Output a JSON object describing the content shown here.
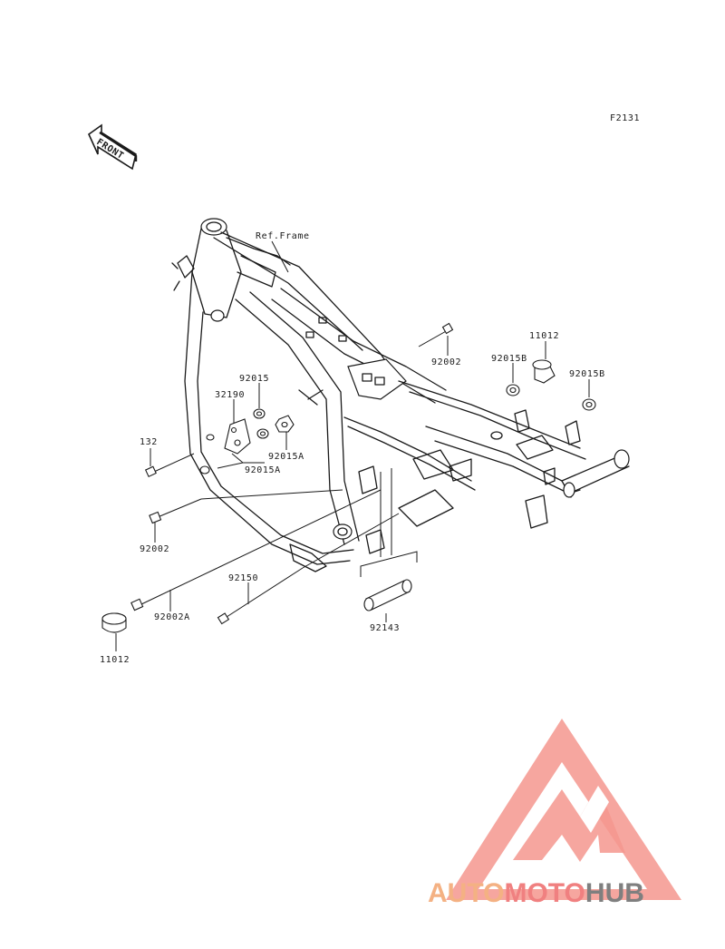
{
  "diagram": {
    "code": "F2131",
    "front_arrow_label": "FRONT",
    "ref_frame_label": "Ref.Frame",
    "parts": {
      "p92002_top": "92002",
      "p11012_top": "11012",
      "p92015B_mid": "92015B",
      "p92015B_right": "92015B",
      "p92015": "92015",
      "p32190": "32190",
      "p92015A_mid": "92015A",
      "p92015A_low": "92015A",
      "p132": "132",
      "p92002_left": "92002",
      "p92150": "92150",
      "p92002A": "92002A",
      "p11012_bottom": "11012",
      "p92143": "92143"
    }
  },
  "watermark": {
    "text_auto": "AUTO",
    "text_moto": "MOTO",
    "text_hub": "HUB",
    "colors": {
      "auto": "#f4b183",
      "moto": "#f08080",
      "hub": "#7f7f7f",
      "logo": "#f4978e"
    }
  }
}
